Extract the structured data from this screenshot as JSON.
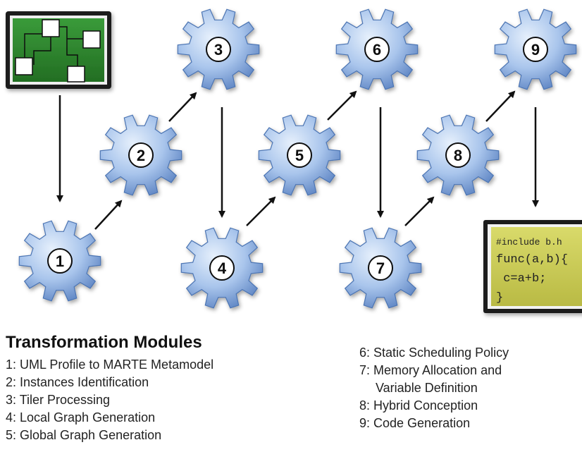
{
  "gears": [
    {
      "num": "1"
    },
    {
      "num": "2"
    },
    {
      "num": "3"
    },
    {
      "num": "4"
    },
    {
      "num": "5"
    },
    {
      "num": "6"
    },
    {
      "num": "7"
    },
    {
      "num": "8"
    },
    {
      "num": "9"
    }
  ],
  "code_lines": [
    "#include b.h",
    "func(a,b){",
    " c=a+b;",
    "}"
  ],
  "legend": {
    "title": "Transformation Modules",
    "left": [
      "1: UML Profile to MARTE Metamodel",
      "2: Instances Identification",
      "3: Tiler Processing",
      "4: Local Graph Generation",
      "5: Global Graph Generation"
    ],
    "right": [
      "6: Static Scheduling Policy",
      "7: Memory Allocation and",
      "Variable Definition",
      "8: Hybrid Conception",
      "9: Code Generation"
    ]
  },
  "colors": {
    "gear_light": "#d7e6f8",
    "gear_dark": "#6d93cf",
    "board_green": "#2f8a2f",
    "code_yellow": "#cfd05a"
  }
}
